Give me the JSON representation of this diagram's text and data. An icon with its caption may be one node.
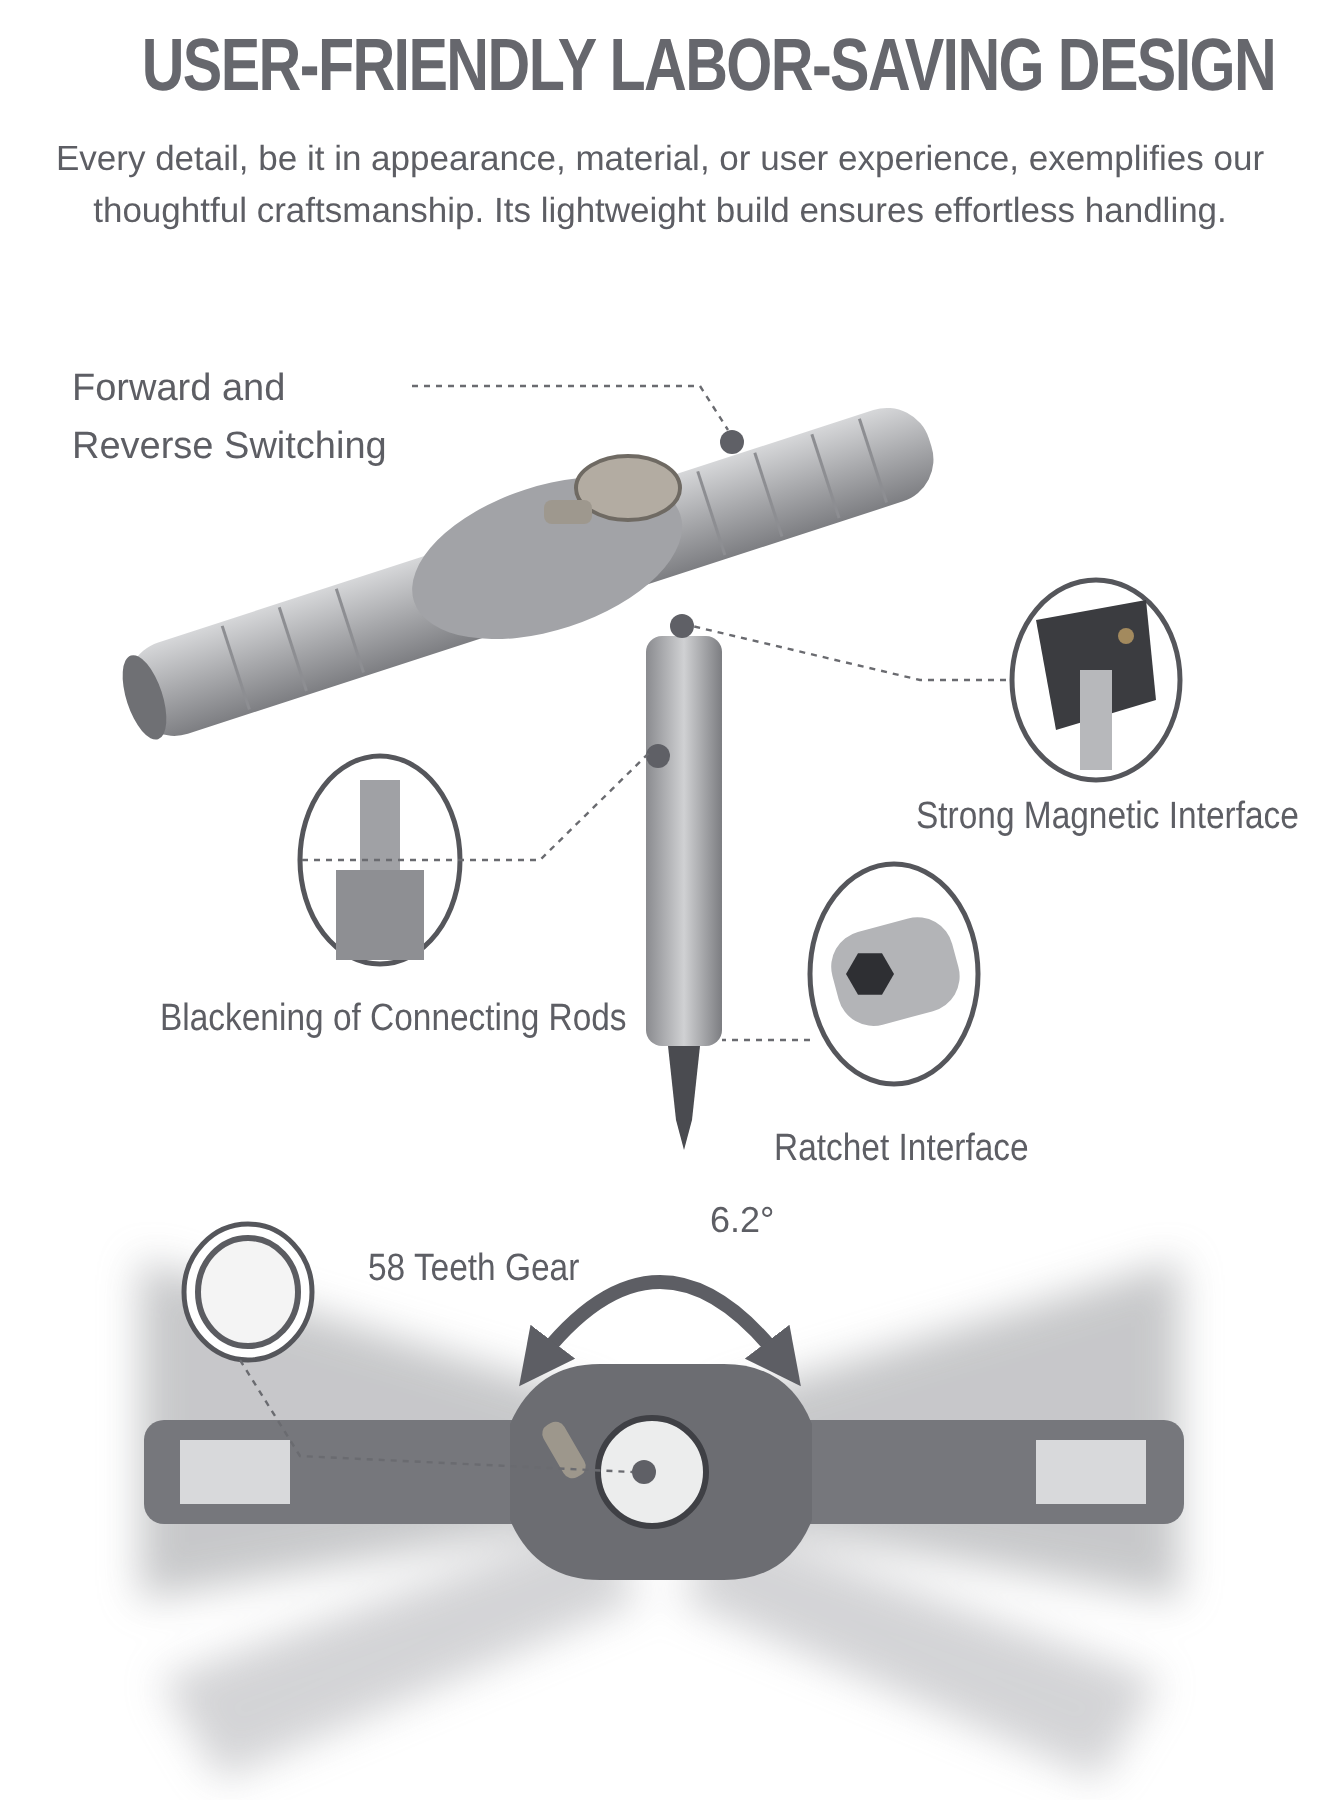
{
  "diagram": {
    "title": "USER-FRIENDLY LABOR-SAVING DESIGN",
    "nodes": [
      {
        "text": [
          "Forward and Reverse Switching"
        ]
      },
      {
        "text": [],
        "shape": "circle"
      },
      {
        "text": [
          "Strong Magnetic Interface"
        ]
      },
      {
        "text": [],
        "shape": "circle"
      },
      {
        "text": [
          "Blackening of Connecting Rods"
        ]
      },
      {
        "text": [],
        "shape": "circle"
      },
      {
        "text": [
          "Ratchet Interface"
        ]
      },
      {
        "text": [
          "58 Teeth Gear"
        ]
      },
      {
        "text": [],
        "shape": "circle"
      }
    ],
    "edges": [
      {
        "from": 0,
        "to": 1,
        "arrow": "none",
        "style": "dashed"
      },
      {
        "from": 2,
        "to": 3,
        "arrow": "none",
        "style": "dashed"
      },
      {
        "from": 4,
        "to": 5,
        "arrow": "none",
        "style": "dashed"
      },
      {
        "from": 6,
        "to": null,
        "arrow": "none",
        "style": "dashed"
      },
      {
        "from": 7,
        "to": 8,
        "arrow": "none",
        "style": "dashed"
      }
    ],
    "labels": [
      "Every detail, be it in appearance, material, or user experience, exemplifies our thoughtful craftsmanship. Its lightweight build ensures effortless handling.",
      "6.2°"
    ]
  }
}
